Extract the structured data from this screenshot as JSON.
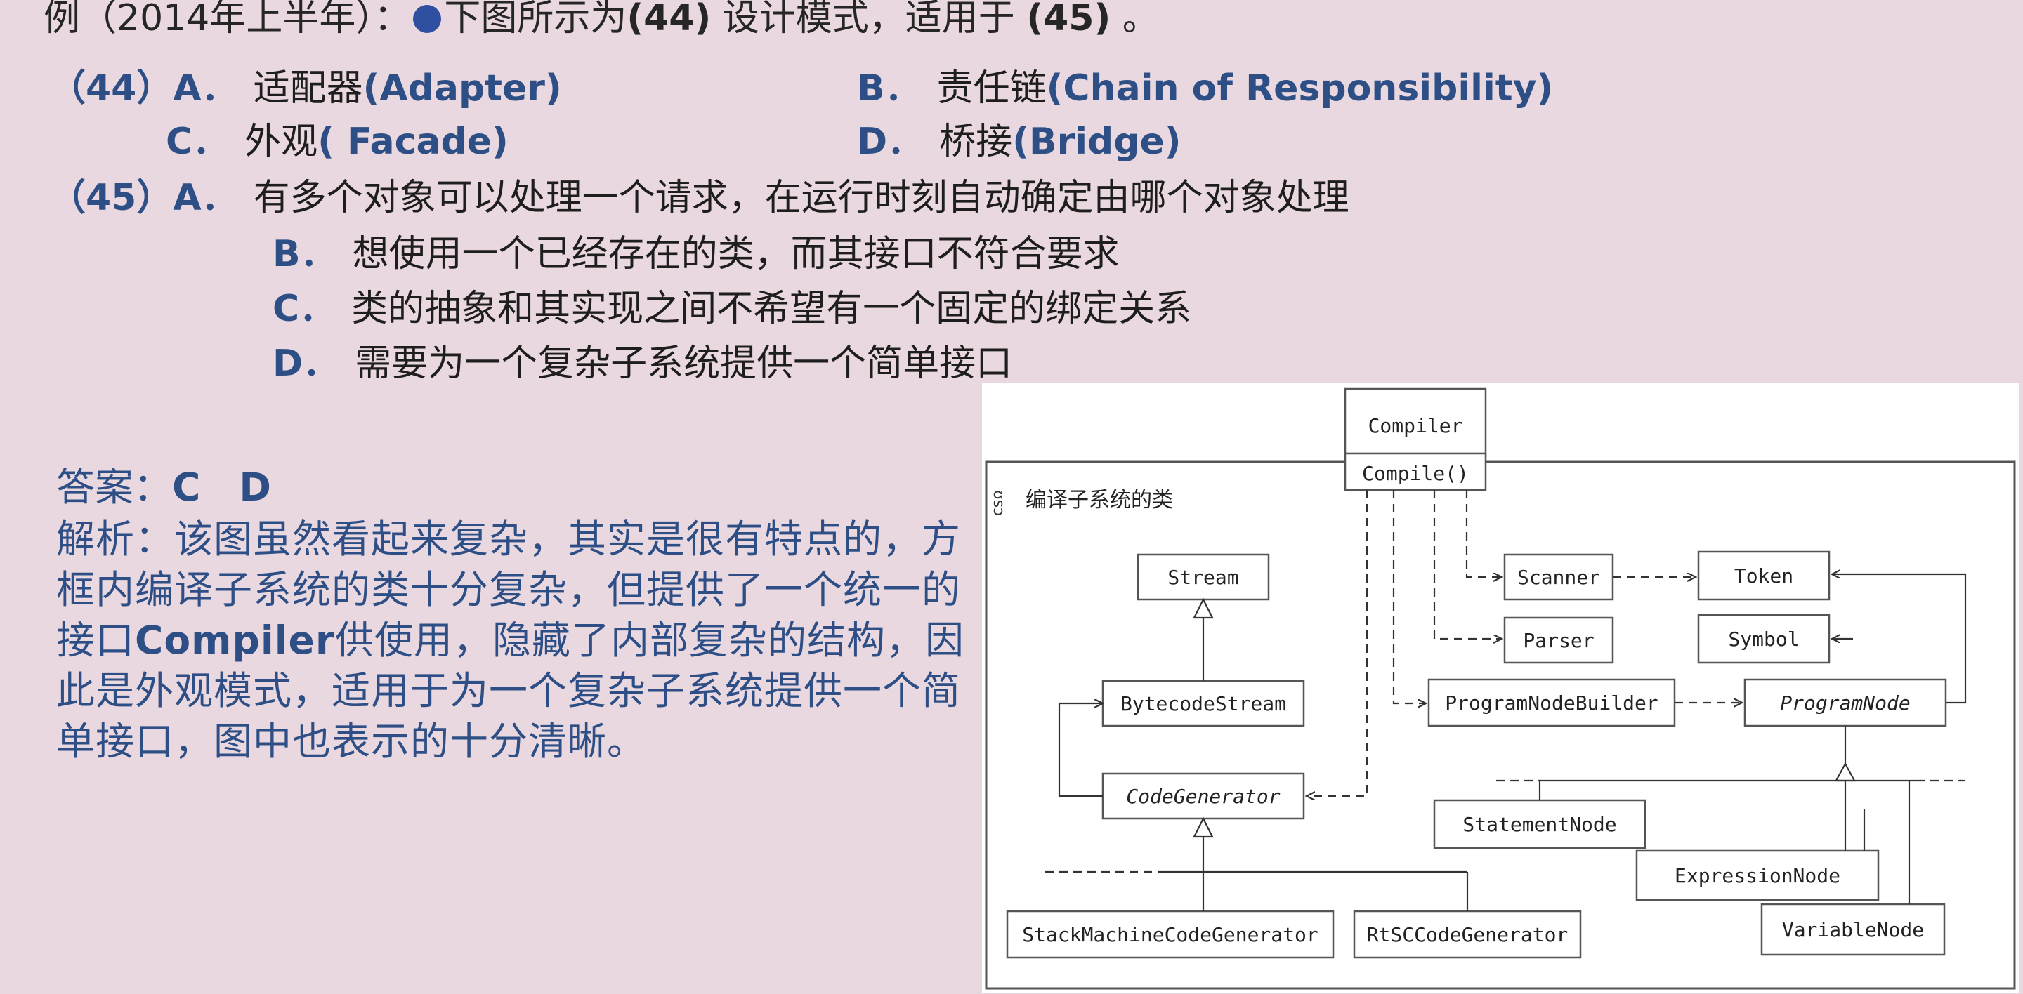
{
  "question": {
    "prefix": "例（2014年上半年）：",
    "stem": "下图所示为",
    "blank1": "(44)",
    "mid": "设计模式，适用于",
    "blank2": "(45)",
    "end": "。"
  },
  "q44": {
    "label": "（44）",
    "a_key": "A．",
    "a_text": "适配器",
    "a_en": "(Adapter)",
    "b_key": "B．",
    "b_text": "责任链",
    "b_en": "(Chain of Responsibility)",
    "c_key": "C．",
    "c_text": "外观",
    "c_en": "( Facade)",
    "d_key": "D．",
    "d_text": "桥接",
    "d_en": "(Bridge)"
  },
  "q45": {
    "label": "（45）",
    "a_key": "A．",
    "a_text": "有多个对象可以处理一个请求，在运行时刻自动确定由哪个对象处理",
    "b_key": "B．",
    "b_text": "想使用一个已经存在的类，而其接口不符合要求",
    "c_key": "C．",
    "c_text": "类的抽象和其实现之间不希望有一个固定的绑定关系",
    "d_key": "D．",
    "d_text": "需要为一个复杂子系统提供一个简单接口"
  },
  "answer": {
    "label": "答案：",
    "value": "C　D"
  },
  "analysis": {
    "label": "解析：",
    "part1": "该图虽然看起来复杂，其实是很有特点的，方框内编译子系统的类十分复杂，但提供了一个统一的接口",
    "keyword": "Compiler",
    "part2": "供使用，隐藏了内部复杂的结构，因此是外观模式，适用于为一个复杂子系统提供一个简单接口，图中也表示的十分清晰。"
  },
  "diagram": {
    "subsystem_label": "编译子系统的类",
    "side_mark": "ʊsɔ",
    "compiler": "Compiler",
    "compile_method": "Compile()",
    "stream": "Stream",
    "bytecode_stream": "BytecodeStream",
    "code_generator": "CodeGenerator",
    "stack_machine": "StackMachineCodeGenerator",
    "risc": "RtSCCodeGenerator",
    "scanner": "Scanner",
    "token": "Token",
    "parser": "Parser",
    "symbol": "Symbol",
    "program_node_builder": "ProgramNodeBuilder",
    "program_node": "ProgramNode",
    "statement_node": "StatementNode",
    "expression_node": "ExpressionNode",
    "variable_node": "VariableNode"
  }
}
